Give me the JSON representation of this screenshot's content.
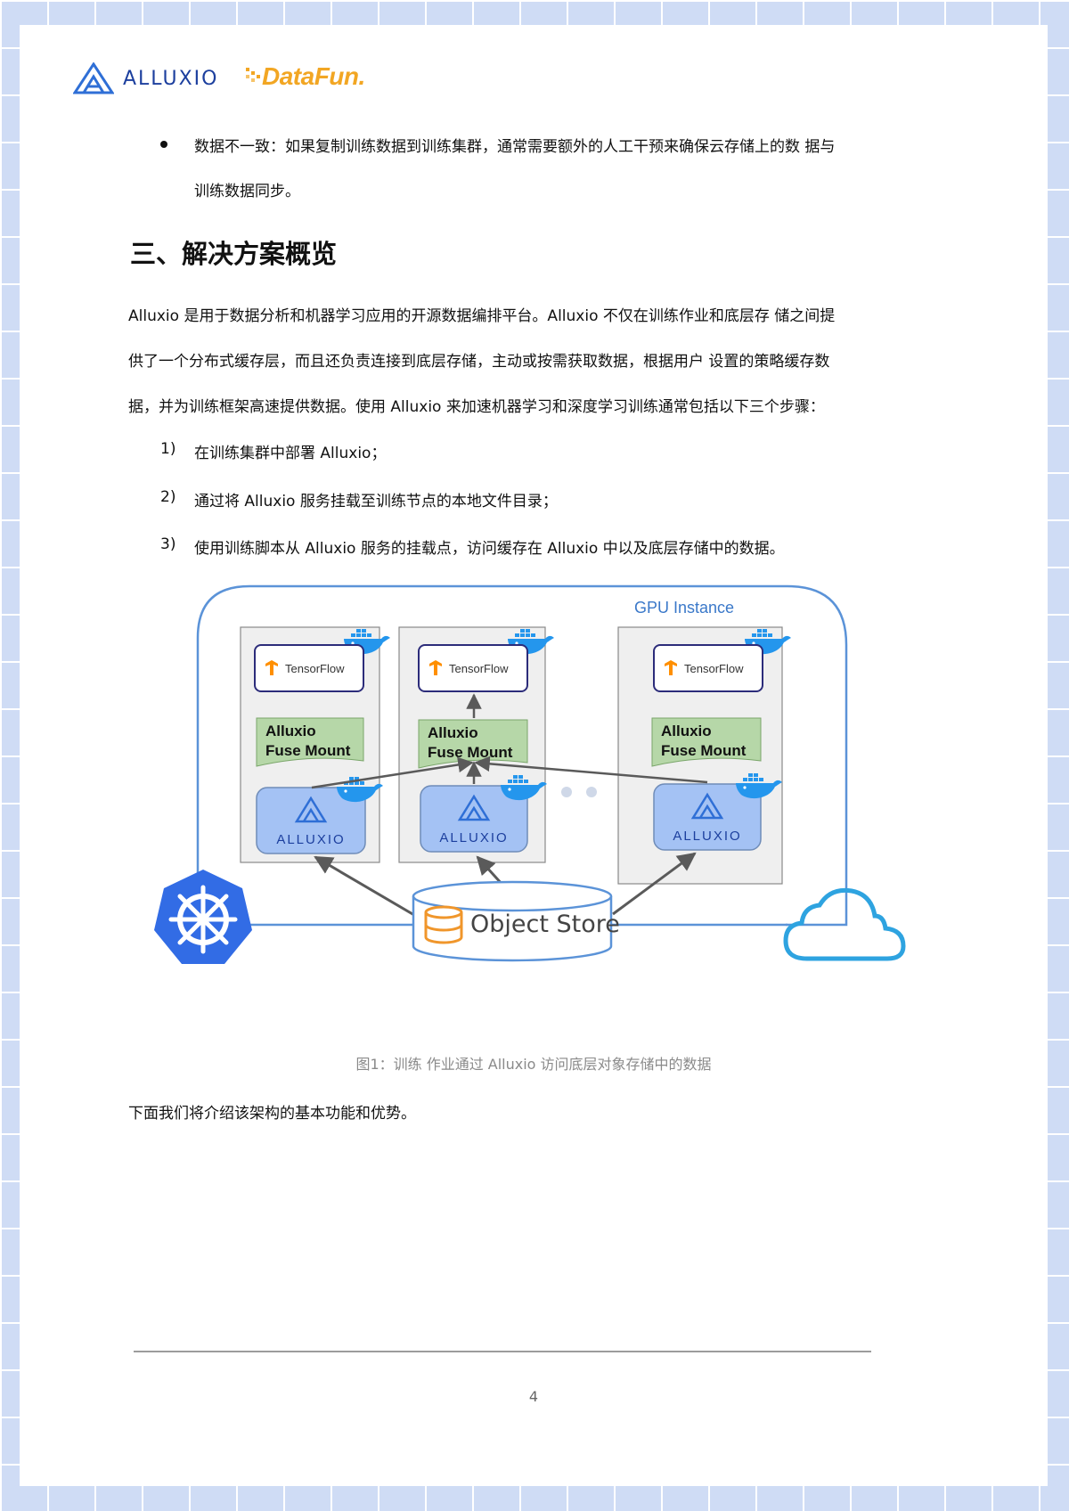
{
  "header": {
    "alluxio_logo_text": "ALLUXIO",
    "datafun_logo_text": "DataFun."
  },
  "bullet_inconsistency": {
    "line1": "数据不一致：如果复制训练数据到训练集群，通常需要额外的人工干预来确保云存储上的数 据与",
    "line2": "训练数据同步。"
  },
  "section_title": "三、解决方案概览",
  "intro_paragraph": {
    "line1": "Alluxio 是用于数据分析和机器学习应用的开源数据编排平台。Alluxio 不仅在训练作业和底层存 储之间提",
    "line2": "供了一个分布式缓存层，而且还负责连接到底层存储，主动或按需获取数据，根据用户 设置的策略缓存数",
    "line3": "据，并为训练框架高速提供数据。使用 Alluxio 来加速机器学习和深度学习训练通常包括以下三个步骤："
  },
  "steps": [
    {
      "num": "1)",
      "text": "在训练集群中部署 Alluxio；"
    },
    {
      "num": "2)",
      "text": "通过将 Alluxio 服务挂载至训练节点的本地文件目录；"
    },
    {
      "num": "3)",
      "text": "使用训练脚本从 Alluxio 服务的挂载点，访问缓存在 Alluxio 中以及底层存储中的数据。"
    }
  ],
  "diagram": {
    "gpu_instance_label": "GPU Instance",
    "tensorflow_label": "TensorFlow",
    "fuse_line1": "Alluxio",
    "fuse_line2": "Fuse Mount",
    "alluxio_box_label": "ALLUXIO",
    "object_store_label": "Object Store",
    "colors": {
      "border_blue": "#5b93d8",
      "fuse_green": "#b6d7a8",
      "alluxio_blue": "#a4c2f4",
      "k8s_blue": "#326ce5",
      "tensorflow_orange": "#ff8f00",
      "docker_blue": "#2496ed"
    }
  },
  "figure_caption": "图1：训练 作业通过 Alluxio 访问底层对象存储中的数据",
  "closing_sentence": "下面我们将介绍该架构的基本功能和优势。",
  "page_number": "4"
}
